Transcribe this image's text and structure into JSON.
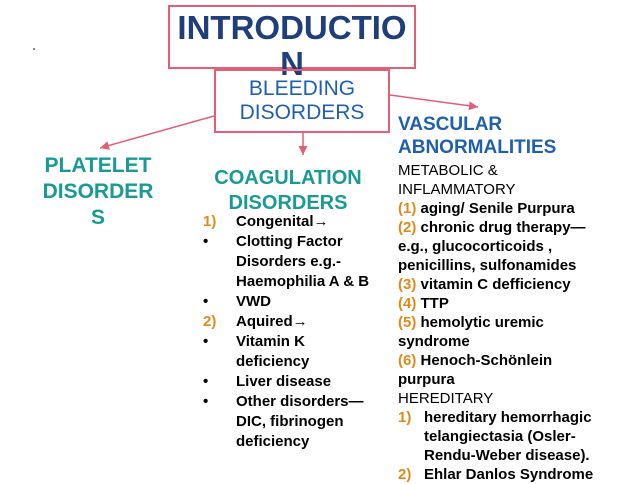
{
  "title": {
    "line1": "INTRODUCTIO",
    "line2": "N"
  },
  "bleeding": {
    "line1": "BLEEDING",
    "line2": "DISORDERS"
  },
  "platelet": {
    "line1": "PLATELET",
    "line2": "DISORDER",
    "line3": "S"
  },
  "coagulation": {
    "line1": "COAGULATION",
    "line2": "DISORDERS",
    "items": [
      {
        "marker": "1)",
        "text": "Congenital→"
      },
      {
        "marker": "•",
        "text": "Clotting Factor"
      },
      {
        "marker": "",
        "text": "Disorders e.g.-"
      },
      {
        "marker": "",
        "text": "Haemophilia A & B"
      },
      {
        "marker": "•",
        "text": "VWD"
      },
      {
        "marker": "2)",
        "text": "Aquired→"
      },
      {
        "marker": "•",
        "text": "Vitamin K"
      },
      {
        "marker": "",
        "text": "deficiency"
      },
      {
        "marker": "•",
        "text": "Liver disease"
      },
      {
        "marker": "•",
        "text": "Other disorders—"
      },
      {
        "marker": "",
        "text": "DIC, fibrinogen"
      },
      {
        "marker": "",
        "text": "deficiency"
      }
    ]
  },
  "vascular": {
    "head1": "VASCULAR",
    "head2": "ABNORMALITIES",
    "lines": [
      {
        "num": "",
        "text": " METABOLIC &"
      },
      {
        "num": "",
        "text": "INFLAMMATORY"
      },
      {
        "num": "(1)",
        "text": " aging/ Senile Purpura"
      },
      {
        "num": " (2)",
        "text": " chronic drug therapy—"
      },
      {
        "num": "",
        "text": "e.g., glucocorticoids ,"
      },
      {
        "num": "",
        "text": "penicillins, sulfonamides"
      },
      {
        "num": "(3)",
        "text": " vitamin C defficiency"
      },
      {
        "num": "(4)",
        "text": " TTP"
      },
      {
        "num": " (5)",
        "text": " hemolytic uremic"
      },
      {
        "num": "",
        "text": "syndrome"
      },
      {
        "num": "(6)",
        "text": " Henoch-Schönlein"
      },
      {
        "num": "",
        "text": "purpura"
      }
    ],
    "hereditary": "HEREDITARY",
    "her_items": [
      {
        "marker": "1)",
        "text": "hereditary hemorrhagic"
      },
      {
        "marker": "",
        "text": "telangiectasia (Osler-"
      },
      {
        "marker": "",
        "text": "Rendu-Weber disease)."
      },
      {
        "marker": "2)",
        "text": " Ehlar Danlos Syndrome"
      }
    ]
  },
  "colors": {
    "arrow": "#e0607a",
    "heading_blue": "#1f5fb0",
    "teal": "#1a9a95",
    "orange": "#e08a1a"
  }
}
